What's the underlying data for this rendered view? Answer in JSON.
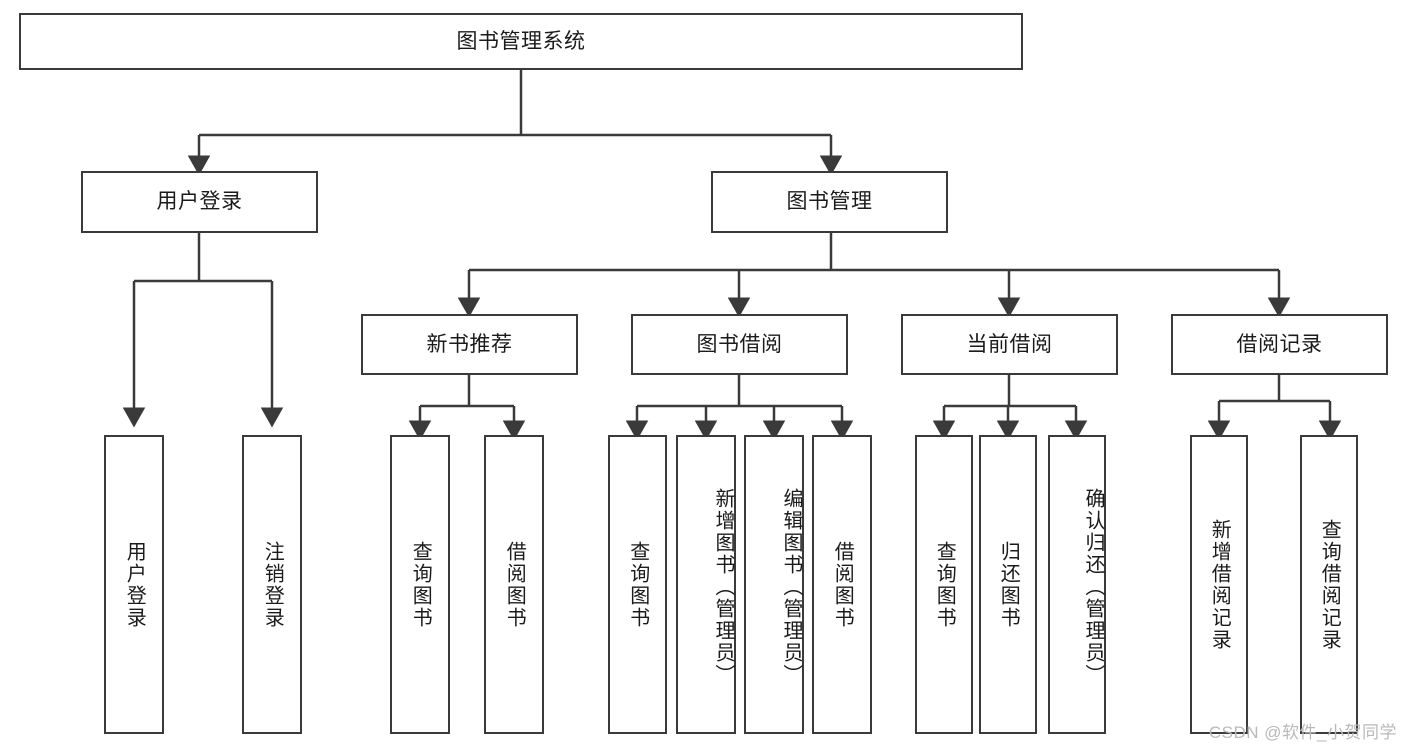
{
  "diagram": {
    "title": "图书管理系统",
    "type": "tree-hierarchy-chart",
    "root": {
      "id": "root",
      "label": "图书管理系统"
    },
    "level2": [
      {
        "id": "user-login",
        "label": "用户登录"
      },
      {
        "id": "book-manage",
        "label": "图书管理"
      }
    ],
    "level3": [
      {
        "id": "new-book-rec",
        "label": "新书推荐"
      },
      {
        "id": "book-borrow",
        "label": "图书借阅"
      },
      {
        "id": "current-borrow",
        "label": "当前借阅"
      },
      {
        "id": "borrow-record",
        "label": "借阅记录"
      }
    ],
    "leaves": {
      "user_login": [
        {
          "id": "leaf-user-login",
          "label": "用户登录"
        },
        {
          "id": "leaf-logout",
          "label": "注销登录"
        }
      ],
      "new_book_rec": [
        {
          "id": "leaf-query-book-1",
          "label": "查询图书"
        },
        {
          "id": "leaf-borrow-book-1",
          "label": "借阅图书"
        }
      ],
      "book_borrow": [
        {
          "id": "leaf-query-book-2",
          "label": "查询图书"
        },
        {
          "id": "leaf-add-book",
          "label": "新增图书（管理员）"
        },
        {
          "id": "leaf-edit-book",
          "label": "编辑图书（管理员）"
        },
        {
          "id": "leaf-borrow-book-2",
          "label": "借阅图书"
        }
      ],
      "current_borrow": [
        {
          "id": "leaf-query-book-3",
          "label": "查询图书"
        },
        {
          "id": "leaf-return-book",
          "label": "归还图书"
        },
        {
          "id": "leaf-confirm-return",
          "label": "确认归还（管理员）"
        }
      ],
      "borrow_record": [
        {
          "id": "leaf-add-record",
          "label": "新增借阅记录"
        },
        {
          "id": "leaf-query-record",
          "label": "查询借阅记录"
        }
      ]
    },
    "colors": {
      "stroke": "#3a3a3a",
      "fill": "#ffffff",
      "text": "#1b1b1b",
      "watermark": "#b9b9b9"
    }
  },
  "watermark": {
    "text": "CSDN @软件_小贺同学"
  }
}
